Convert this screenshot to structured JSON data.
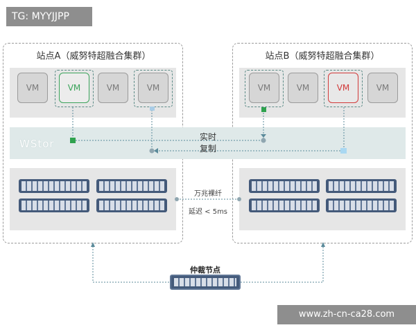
{
  "watermark_tg": "TG: MYYJJPP",
  "site_a": {
    "title": "站点A（威努特超融合集群）",
    "vms": [
      "VM",
      "VM",
      "VM",
      "VM"
    ]
  },
  "site_b": {
    "title": "站点B（威努特超融合集群）",
    "vms": [
      "VM",
      "VM",
      "VM",
      "VM"
    ]
  },
  "wstor": {
    "label": "WStor"
  },
  "replication": {
    "line1": "实时",
    "line2": "复制"
  },
  "link": {
    "fiber": "万兆裸纤",
    "latency": "延迟 < 5ms"
  },
  "arbiter": {
    "label": "仲裁节点"
  },
  "watermark_site": "www.zh-cn-ca28.com",
  "colors": {
    "green": "#3aa35a",
    "red": "#d23a3a",
    "disk": "#445a7a",
    "wstor_band": "#dfe9e9"
  }
}
